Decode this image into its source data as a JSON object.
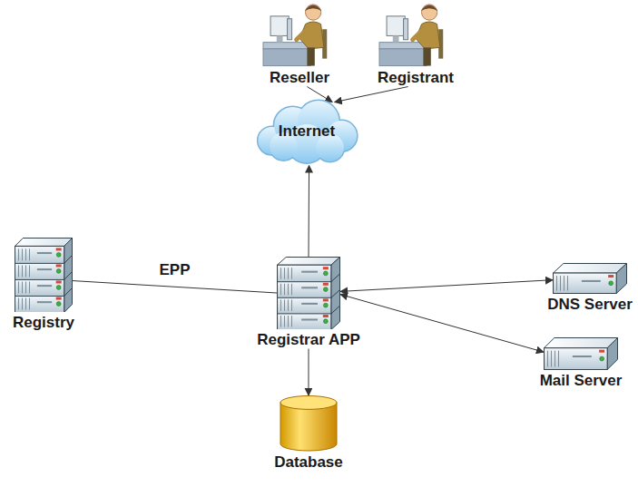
{
  "diagram": {
    "nodes": [
      {
        "text": [
          "Reseller"
        ]
      },
      {
        "text": [
          "Registrant"
        ]
      },
      {
        "text": [
          "Internet"
        ]
      },
      {
        "text": [
          "Registry"
        ]
      },
      {
        "text": [
          "Registrar APP"
        ]
      },
      {
        "text": [
          "DNS Server"
        ]
      },
      {
        "text": [
          "Mail Server"
        ]
      },
      {
        "text": [
          "Database"
        ]
      }
    ],
    "edges": [
      {
        "from": 0,
        "to": 2,
        "arrow": "to"
      },
      {
        "from": 1,
        "to": 2,
        "arrow": "to"
      },
      {
        "from": 4,
        "to": 2,
        "arrow": "to"
      },
      {
        "from": 3,
        "to": 4,
        "label": "EPP",
        "arrow": "none"
      },
      {
        "from": 4,
        "to": 5,
        "arrow": "both"
      },
      {
        "from": 4,
        "to": 6,
        "arrow": "both"
      },
      {
        "from": 4,
        "to": 7,
        "arrow": "to"
      }
    ]
  }
}
